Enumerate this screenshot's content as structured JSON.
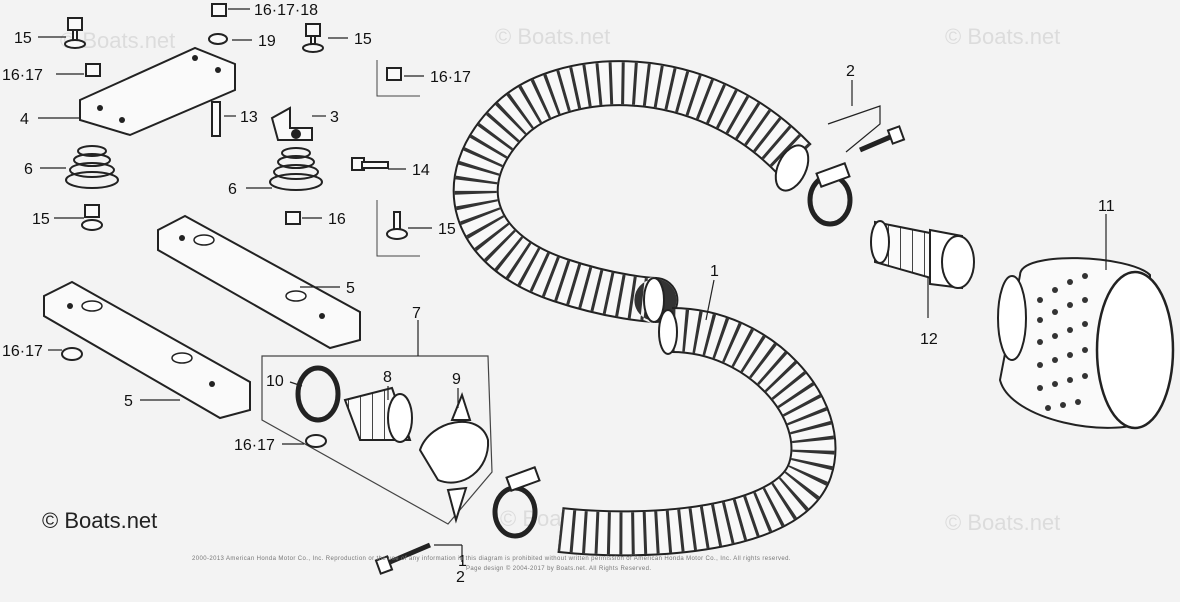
{
  "watermarks": [
    "© Boats.net",
    "© Boats.net",
    "© Boats.net",
    "© Boats.net",
    "© Boats.net"
  ],
  "copyright": "© Boats.net",
  "fine_print": [
    "2000-2013 American Honda Motor Co., Inc. Reproduction or the use of any information in this diagram is prohibited without written permission of American Honda Motor Co., Inc. All rights reserved.",
    "Page design © 2004-2017 by Boats.net. All Rights Reserved."
  ],
  "callouts": {
    "c_16_17_18": "16·17·18",
    "c_19": "19",
    "c_15_top_left": "15",
    "c_15_top_mid": "15",
    "c_16_17_a": "16·17",
    "c_16_17_box": "16·17",
    "c_4": "4",
    "c_13": "13",
    "c_3": "3",
    "c_6_left": "6",
    "c_6_mid": "6",
    "c_14": "14",
    "c_15_left": "15",
    "c_16": "16",
    "c_15_box": "15",
    "c_5_upper": "5",
    "c_5_lower": "5",
    "c_16_17_left": "16·17",
    "c_7": "7",
    "c_10": "10",
    "c_8": "8",
    "c_9": "9",
    "c_16_17_bottom": "16·17",
    "c_2_top": "2",
    "c_2_bottom": "2",
    "c_1_upper": "1",
    "c_1_lower": "1",
    "c_12": "12",
    "c_11": "11"
  }
}
